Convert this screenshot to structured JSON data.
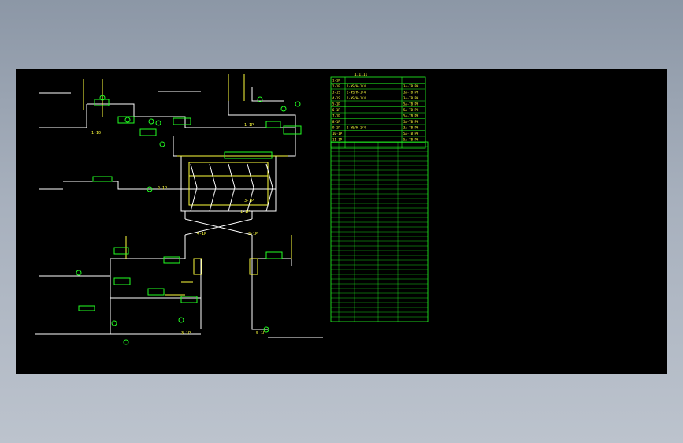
{
  "colors": {
    "background": "#000000",
    "line_white": "#ffffff",
    "line_yellow": "#ffff3c",
    "line_green": "#22ff22",
    "line_cyan": "#29d6ff"
  },
  "table_top": {
    "title": "111111",
    "rows": [
      {
        "id": "1-1P",
        "desc": "",
        "spec": ""
      },
      {
        "id": "2-1P",
        "desc": "2-WS/H-1/4",
        "spec": "3A-TB PH"
      },
      {
        "id": "3-1S",
        "desc": "2-WS/H-1/4",
        "spec": "3A-TB PH"
      },
      {
        "id": "4-1S",
        "desc": "2-WS/H-1/4",
        "spec": "3A-TB PH"
      },
      {
        "id": "5-1P",
        "desc": "",
        "spec": "5A-TB PH"
      },
      {
        "id": "6-1P",
        "desc": "",
        "spec": "5A-TB PH"
      },
      {
        "id": "7-1P",
        "desc": "",
        "spec": "5A-TB PH"
      },
      {
        "id": "8-1P",
        "desc": "",
        "spec": "5A-TB PH"
      },
      {
        "id": "9-1P",
        "desc": "2-WS/H-1/4",
        "spec": "3A-TB PH"
      },
      {
        "id": "10-1P",
        "desc": "",
        "spec": "5A-TB PH"
      },
      {
        "id": "11-1P",
        "desc": "",
        "spec": "5A-TB PH"
      }
    ]
  },
  "labels": {
    "l1": "1-10",
    "l2": "1-1P",
    "l3": "2-1P",
    "l4": "3-1P",
    "l5": "1-1P",
    "l6": "4-1P",
    "l7": "3-1P",
    "l8": "3-1P",
    "l9": "5-1P"
  }
}
